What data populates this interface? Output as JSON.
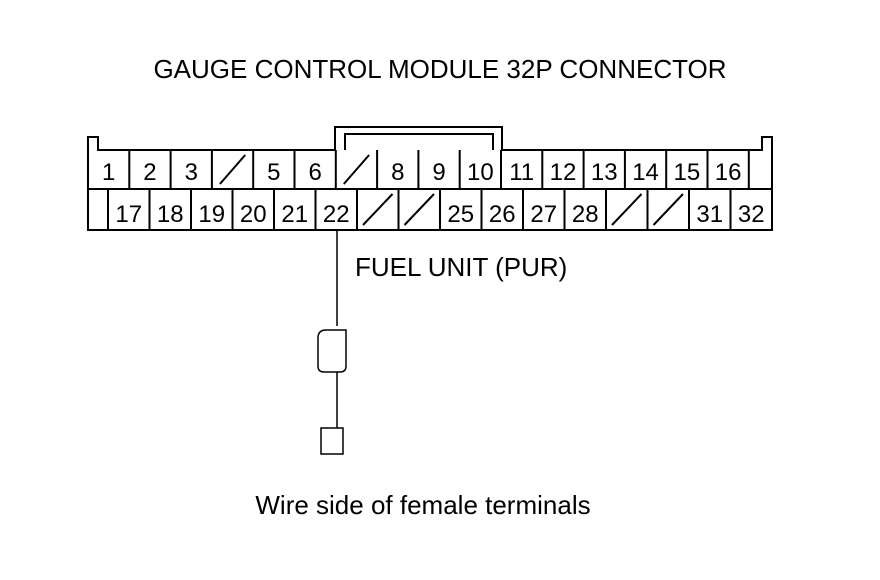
{
  "title": "GAUGE CONTROL MODULE 32P CONNECTOR",
  "caption": "Wire side of female terminals",
  "wire_label": "FUEL UNIT (PUR)",
  "wire_terminal": "22",
  "top_row": [
    "1",
    "2",
    "3",
    "",
    "5",
    "6",
    "",
    "8",
    "9",
    "10",
    "11",
    "12",
    "13",
    "14",
    "15",
    "16"
  ],
  "bottom_row": [
    "17",
    "18",
    "19",
    "20",
    "21",
    "22",
    "",
    "",
    "25",
    "26",
    "27",
    "28",
    "",
    "",
    "31",
    "32"
  ],
  "colors": {
    "line": "#000000",
    "background": "#ffffff"
  }
}
